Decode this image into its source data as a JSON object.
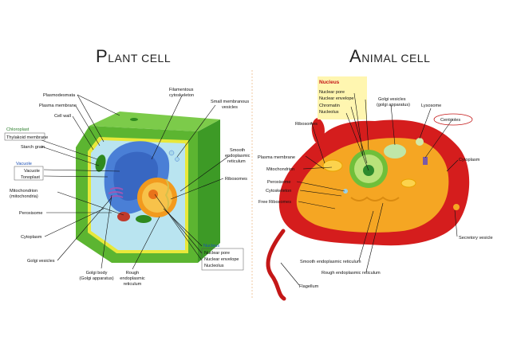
{
  "plant": {
    "title_initial": "P",
    "title_rest": "LANT CELL",
    "labels": {
      "plasmodesmata": "Plasmodesmata",
      "plasma_membrane": "Plasma membrane",
      "cell_wall": "Cell wall",
      "chloroplast": "Chloroplast",
      "thylakoid_membrane": "Thylakoid membrane",
      "starch_grain": "Starch grain",
      "vacuole": "Vacuole",
      "vacuole_sub": "Vacuole",
      "tonoplast": "Tonoplast",
      "mitochondrion": "Mitochondrion",
      "mitochondrion_sub": "(mitochondria)",
      "peroxisome": "Peroxisome",
      "cytoplasm": "Cytoplasm",
      "golgi_vesicles": "Golgi vesicles",
      "golgi_body": "Golgi body",
      "golgi_body_sub": "(Golgi apparatus)",
      "rough_er_1": "Rough",
      "rough_er_2": "endoplasmic",
      "rough_er_3": "reticulum",
      "filamentous_1": "Filamentous",
      "filamentous_2": "cytoskeleton",
      "small_vesicles_1": "Small membranous",
      "small_vesicles_2": "vesicles",
      "smooth_er_1": "Smooth",
      "smooth_er_2": "endoplasmic",
      "smooth_er_3": "reticulum",
      "ribosomes": "Ribosomes",
      "nucleus": "Nucleus",
      "nuclear_pore": "Nuclear pore",
      "nuclear_envelope": "Nuclear envelope",
      "nucleolus": "Nucleolus"
    }
  },
  "animal": {
    "title_initial": "A",
    "title_rest": "NIMAL CELL",
    "labels": {
      "nucleus": "Nucleus",
      "nuclear_pore": "Nuclear pore",
      "nuclear_envelope": "Nuclear envelope",
      "chromatin": "Chromatin",
      "nucleolus": "Nucleolus",
      "golgi_vesicles_1": "Golgi vesicles",
      "golgi_vesicles_2": "(golgi apparatus)",
      "lysosome": "Lysosome",
      "centrioles": "Centrioles",
      "ribosomes": "Ribosomes",
      "plasma_membrane": "Plasma membrane",
      "mitochondrion": "Mitochondrion",
      "peroxisome": "Peroxisome",
      "cytoskeleton": "Cytoskeleton",
      "free_ribosomes": "Free Ribosomes",
      "cytoplasm": "Cytoplasm",
      "secretory_vesicle": "Secretory vesicle",
      "smooth_er": "Smooth endoplasmic reticulum",
      "rough_er": "Rough endoplasmic reticulum",
      "flagellum": "Flagellum"
    }
  },
  "colors": {
    "plant_wall": "#5cb531",
    "plant_wall_dark": "#2f8a1f",
    "plant_membrane": "#e8e83a",
    "vacuole": "#4a7fd6",
    "cytoplasm_plant": "#b9e4f0",
    "nucleus_plant": "#f29a1e",
    "animal_outer": "#d51d1d",
    "animal_inner": "#f5a623",
    "nucleus_animal": "#8fd14f",
    "nucleus_highlight": "#fff6b0",
    "divider": "#f2c9a0"
  }
}
